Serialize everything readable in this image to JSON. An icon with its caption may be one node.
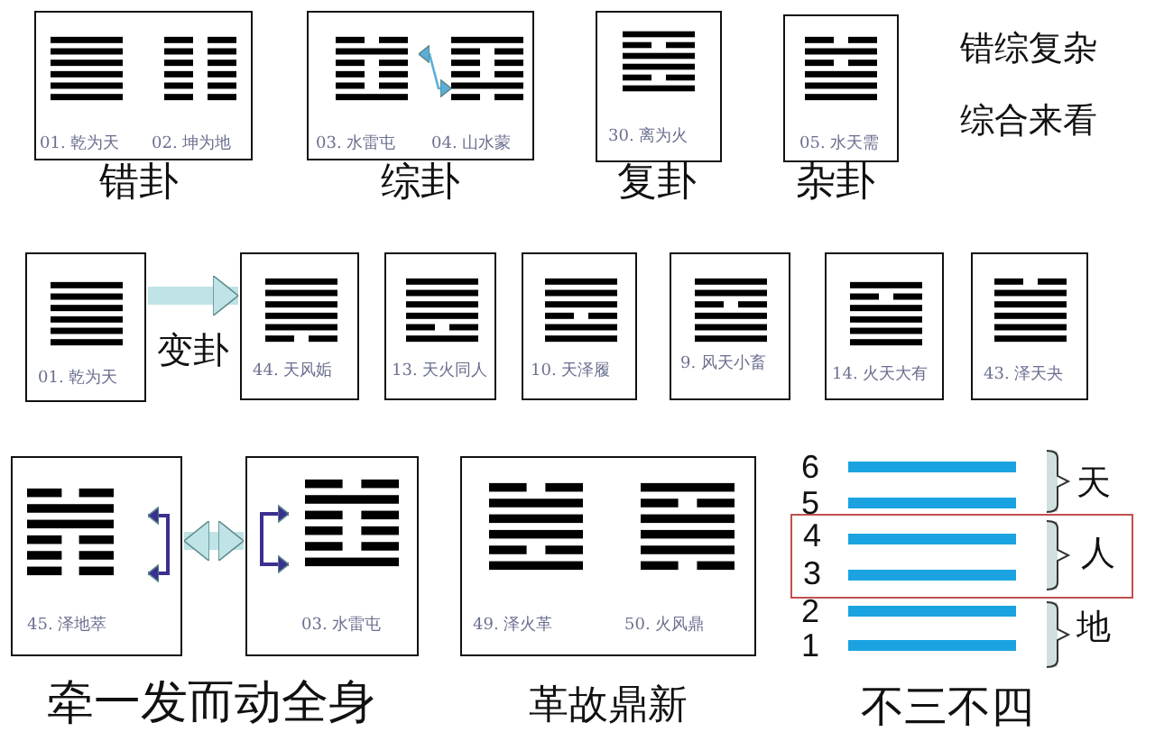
{
  "diagram": {
    "nodes": [
      {
        "text": [
          "01. 乾为天",
          "02. 坤为地"
        ],
        "beside": [
          "错卦"
        ]
      },
      {
        "text": [
          "03. 水雷屯",
          "04. 山水蒙"
        ],
        "beside": [
          "综卦"
        ]
      },
      {
        "text": [
          "30. 离为火"
        ],
        "beside": [
          "复卦"
        ]
      },
      {
        "text": [
          "05. 水天需"
        ],
        "beside": [
          "杂卦"
        ]
      },
      {
        "text": [
          "01. 乾为天"
        ]
      },
      {
        "text": [
          "44. 天风姤"
        ]
      },
      {
        "text": [
          "13. 天火同人"
        ]
      },
      {
        "text": [
          "10. 天泽履"
        ]
      },
      {
        "text": [
          "9. 风天小畜"
        ]
      },
      {
        "text": [
          "14. 火天大有"
        ]
      },
      {
        "text": [
          "43. 泽天夬"
        ]
      },
      {
        "text": [
          "45. 泽地萃"
        ]
      },
      {
        "text": [
          "03. 水雷屯"
        ]
      },
      {
        "text": [
          "49. 泽火革",
          "50. 火风鼎"
        ],
        "beside": [
          "革故鼎新"
        ]
      },
      {
        "text": [
          "4",
          "3",
          "人"
        ]
      }
    ],
    "edges": [
      {
        "from": 4,
        "to": 5,
        "arrow": "to",
        "label": "变卦"
      },
      {
        "from": 11,
        "to": 12,
        "arrow": "both"
      }
    ],
    "labels": [
      "错综复杂",
      "综合来看",
      "牵一发而动全身",
      "6",
      "5",
      "2",
      "1",
      "天",
      "地",
      "不三不四"
    ]
  }
}
